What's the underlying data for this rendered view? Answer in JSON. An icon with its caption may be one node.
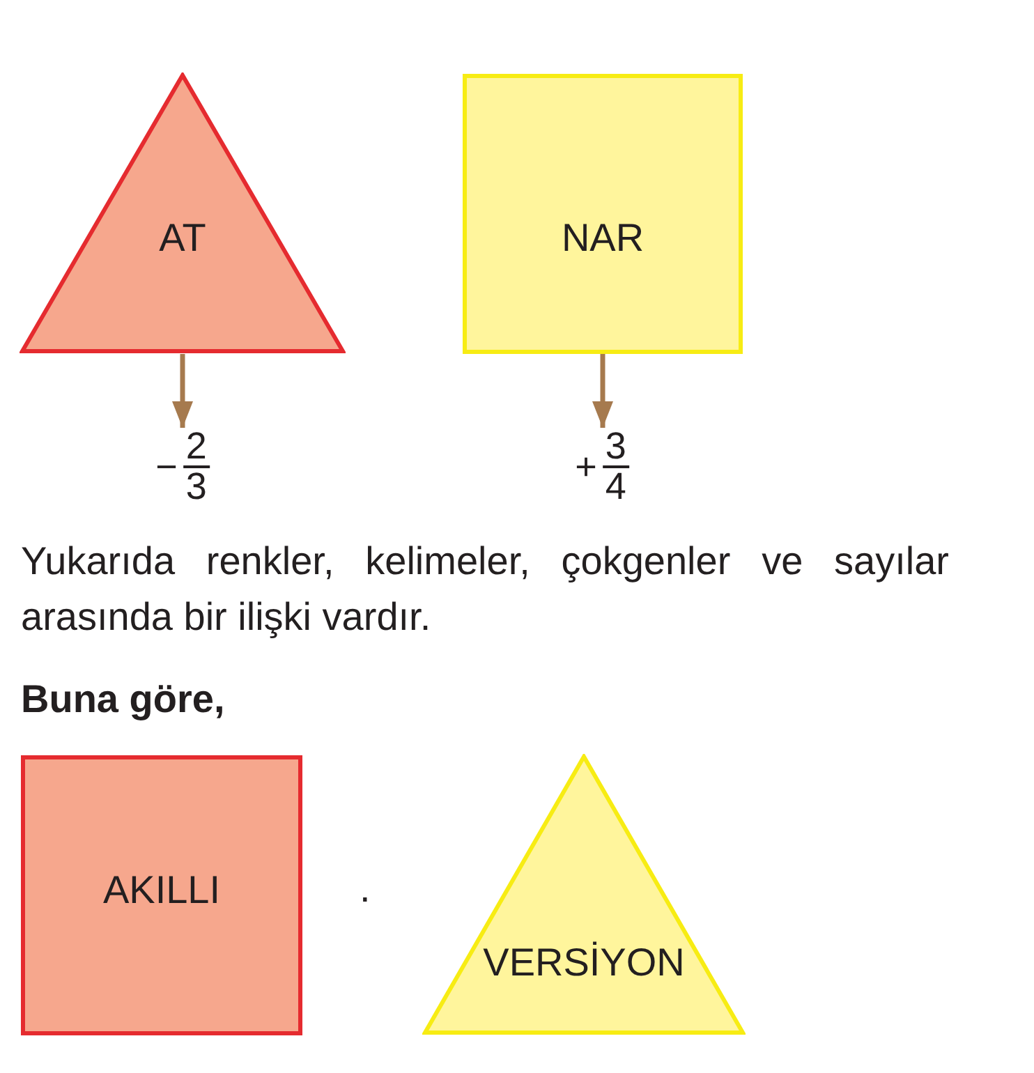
{
  "diagram": {
    "nodes": [
      {
        "text": [
          "AT"
        ]
      },
      {
        "text": [
          "NAR"
        ]
      },
      {
        "text": [
          "−",
          "2",
          "3"
        ]
      },
      {
        "text": [
          "+",
          "3",
          "4"
        ]
      },
      {
        "text": [
          "AKILLI"
        ]
      },
      {
        "text": [
          "VERSİYON"
        ]
      }
    ],
    "edges": [
      {
        "from": 0,
        "to": 2,
        "arrow": "to"
      },
      {
        "from": 1,
        "to": 3,
        "arrow": "to"
      }
    ],
    "labels": [
      "Yukarıda renkler, kelimeler, çokgenler ve sayılar arasında bir ilişki vardır.",
      "Buna göre,",
      "."
    ]
  }
}
